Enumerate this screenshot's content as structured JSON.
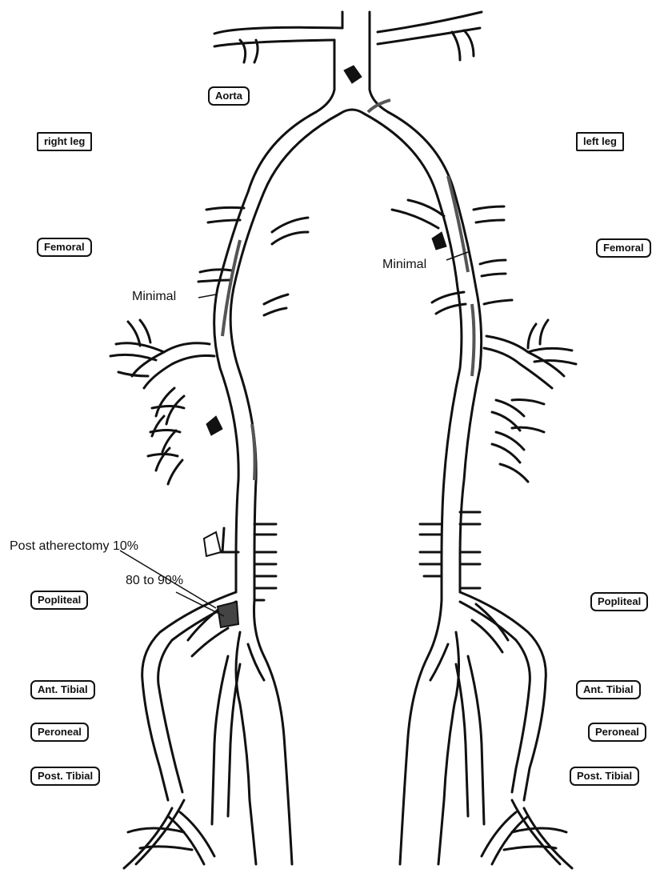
{
  "labels": {
    "aorta": "Aorta",
    "right_leg": "right leg",
    "left_leg": "left leg",
    "femoral_right": "Femoral",
    "femoral_left": "Femoral",
    "popliteal_right": "Popliteal",
    "popliteal_left": "Popliteal",
    "ant_tibial_right": "Ant. Tibial",
    "ant_tibial_left": "Ant. Tibial",
    "peroneal_right": "Peroneal",
    "peroneal_left": "Peroneal",
    "post_tibial_right": "Post. Tibial",
    "post_tibial_left": "Post. Tibial"
  },
  "annotations": {
    "minimal_right": "Minimal",
    "minimal_left": "Minimal",
    "post_atherectomy": "Post atherectomy 10%",
    "stenosis": "80 to 90%"
  },
  "colors": {
    "line": "#111111",
    "plaque": "#555555",
    "stenosis_fill": "#444444"
  }
}
